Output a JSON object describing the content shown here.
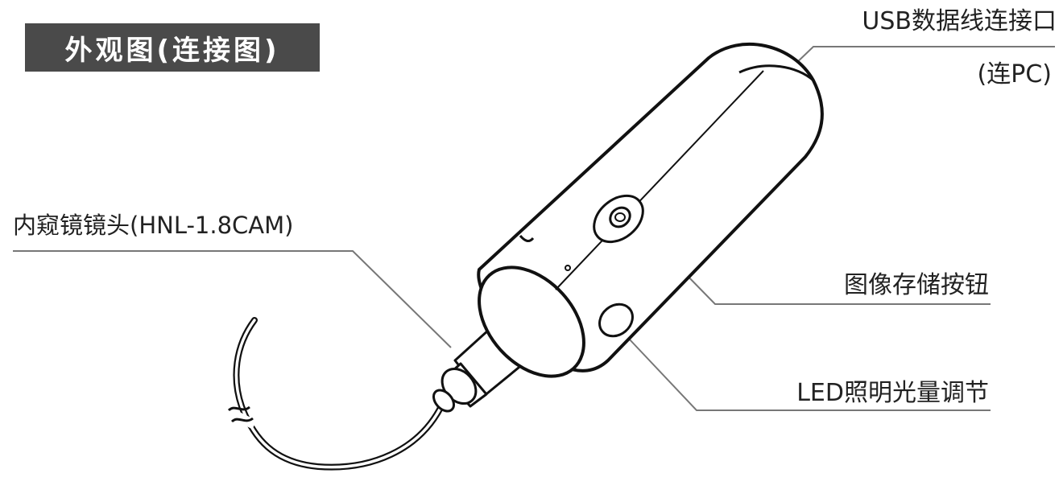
{
  "title": "外观图(连接图)",
  "labels": {
    "usb": "USB数据线连接口",
    "usb_sub": "(连PC)",
    "lens": "内窥镜镜头(HNL-1.8CAM)",
    "save_button": "图像存储按钮",
    "led": "LED照明光量调节"
  },
  "colors": {
    "title_bg": "#4a4a4a",
    "title_text": "#ffffff",
    "outline": "#111111",
    "leader": "#777777",
    "label_text": "#222222"
  }
}
